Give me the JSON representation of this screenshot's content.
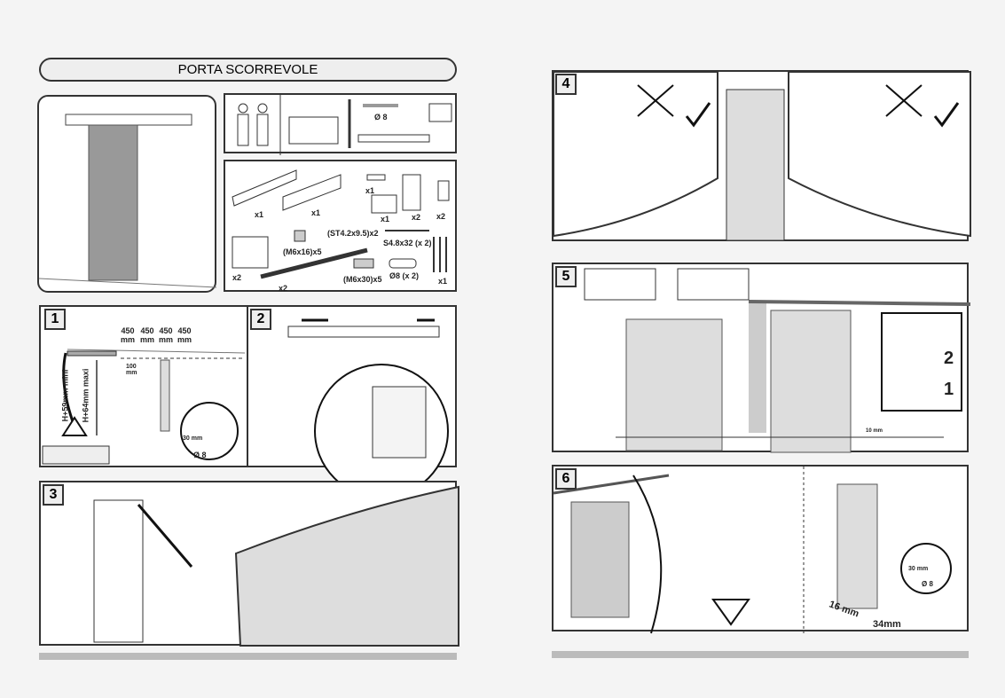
{
  "title": "PORTA SCORREVOLE",
  "tools": {
    "drill_bit": "Ø 8"
  },
  "parts": [
    {
      "qty": "x1"
    },
    {
      "qty": "x1"
    },
    {
      "qty": "x1"
    },
    {
      "qty": "x1"
    },
    {
      "qty": "x2"
    },
    {
      "qty": "x2"
    },
    {
      "label": "(ST4.2x9.5)x2"
    },
    {
      "label": "(M6x16)x5"
    },
    {
      "label": "S4.8x32 (x 2)"
    },
    {
      "qty": "x2"
    },
    {
      "qty": "x2"
    },
    {
      "label": "(M6x30)x5"
    },
    {
      "label": "Ø8 (x 2)"
    },
    {
      "qty": "x1"
    }
  ],
  "steps": {
    "s1": {
      "number": "1",
      "spacing": [
        "450 mm",
        "450 mm",
        "450 mm",
        "450 mm"
      ],
      "offset": "100 mm",
      "h_min": "H+59mm mini",
      "h_max": "H+64mm maxi",
      "depth": "30 mm",
      "bit": "Ø 8"
    },
    "s2": {
      "number": "2"
    },
    "s3": {
      "number": "3"
    },
    "s4": {
      "number": "4"
    },
    "s5": {
      "number": "5",
      "gap": "10 mm",
      "callout_2": "2",
      "callout_1": "1"
    },
    "s6": {
      "number": "6",
      "depth": "30 mm",
      "bit": "Ø 8",
      "dim_a": "16 mm",
      "dim_b": "34mm"
    }
  }
}
